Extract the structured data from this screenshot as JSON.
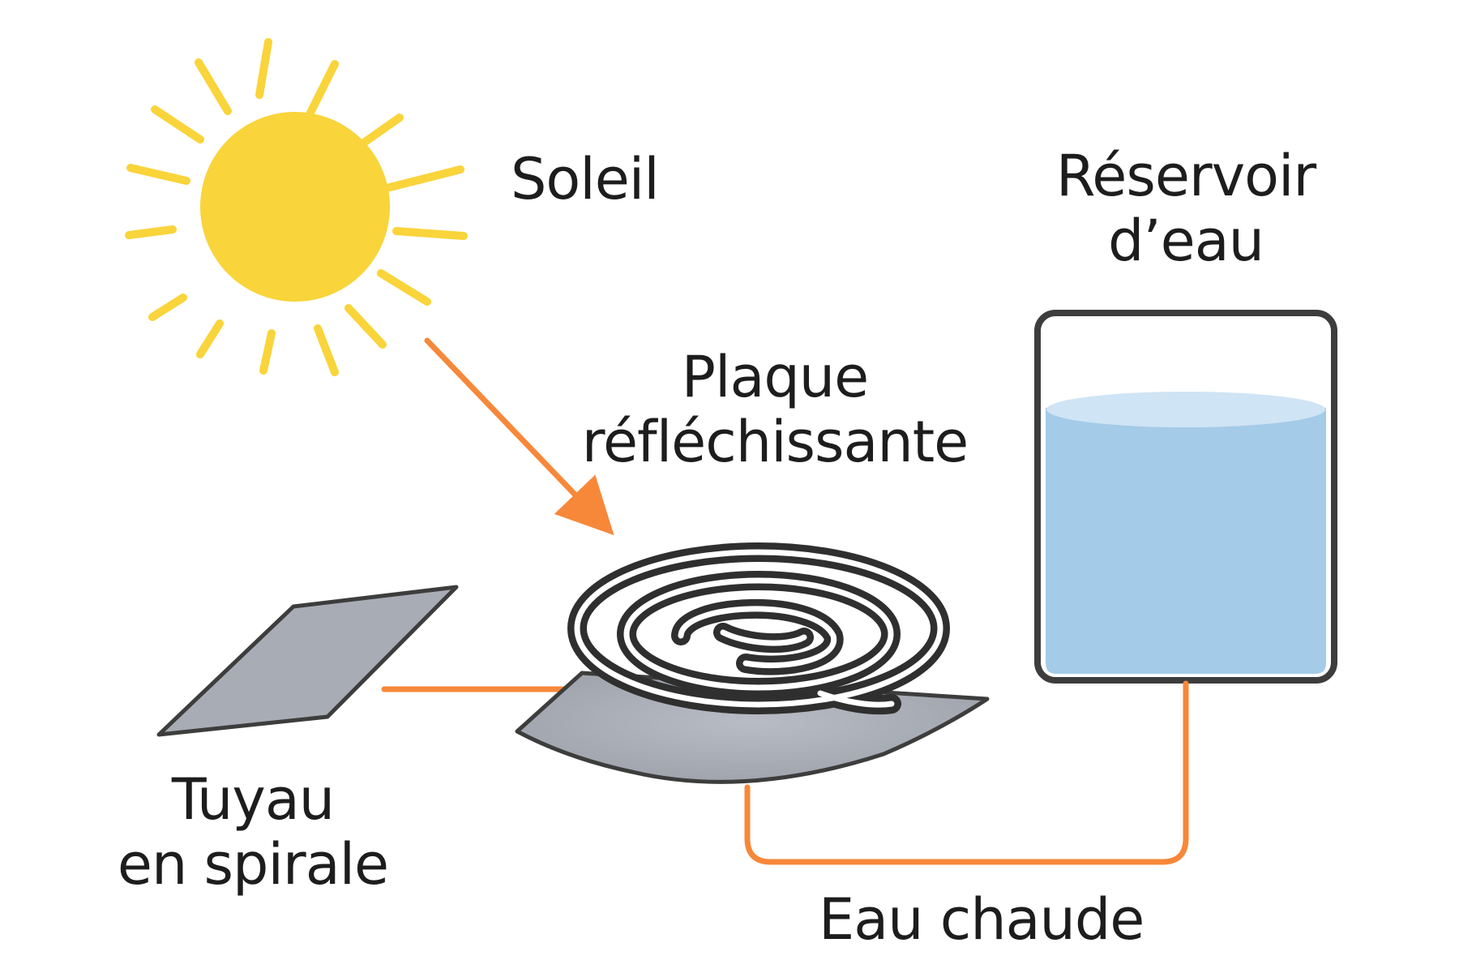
{
  "labels": {
    "sun": "Soleil",
    "reservoir_line1": "Réservoir",
    "reservoir_line2": "d’eau",
    "plate_line1": "Plaque",
    "plate_line2": "réfléchissante",
    "pipe_line1": "Tuyau",
    "pipe_line2": "en spirale",
    "hot_water": "Eau chaude"
  },
  "colors": {
    "sun": "#f9d43a",
    "arrow": "#f7883a",
    "pipe": "#2f2f2f",
    "plate": "#a8acb5",
    "water": "#a4cbe8",
    "outline": "#3d3d3d"
  }
}
